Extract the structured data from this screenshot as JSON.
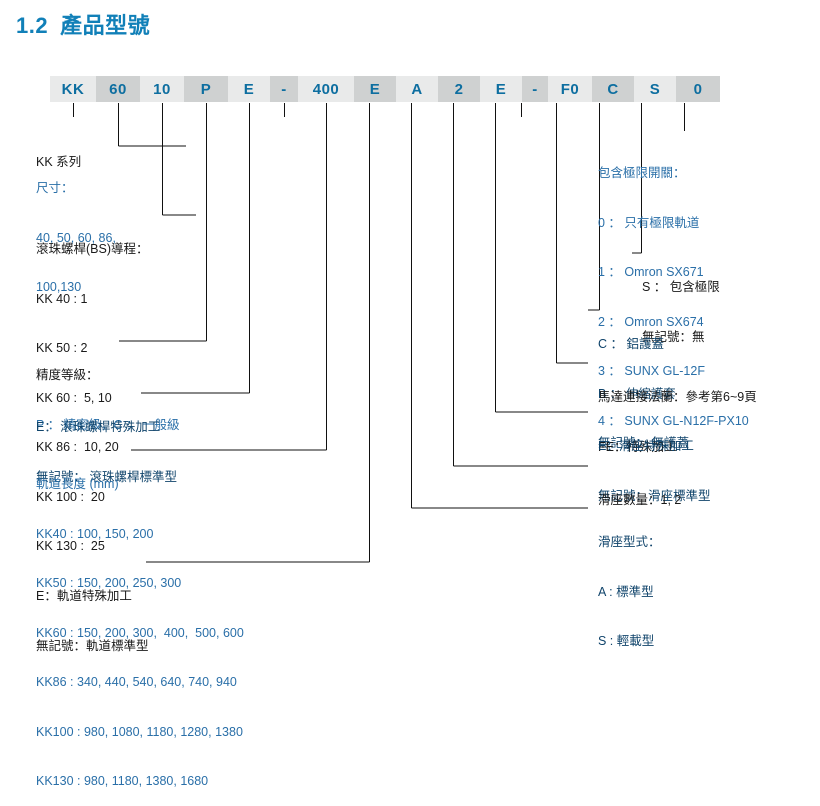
{
  "title": {
    "number": "1.2",
    "text": "產品型號"
  },
  "brand_color": "#1180b8",
  "code_row": {
    "cells": [
      {
        "label": "KK",
        "shade": "light",
        "width": 46
      },
      {
        "label": "60",
        "shade": "dark",
        "width": 44
      },
      {
        "label": "10",
        "shade": "light",
        "width": 44
      },
      {
        "label": "P",
        "shade": "dark",
        "width": 44
      },
      {
        "label": "E",
        "shade": "light",
        "width": 42
      },
      {
        "label": "-",
        "shade": "dark",
        "width": 28
      },
      {
        "label": "400",
        "shade": "light",
        "width": 56
      },
      {
        "label": "E",
        "shade": "dark",
        "width": 42
      },
      {
        "label": "A",
        "shade": "light",
        "width": 42
      },
      {
        "label": "2",
        "shade": "dark",
        "width": 42
      },
      {
        "label": "E",
        "shade": "light",
        "width": 42
      },
      {
        "label": "-",
        "shade": "dark",
        "width": 26
      },
      {
        "label": "F0",
        "shade": "light",
        "width": 44
      },
      {
        "label": "C",
        "shade": "dark",
        "width": 42
      },
      {
        "label": "S",
        "shade": "light",
        "width": 42
      },
      {
        "label": "0",
        "shade": "dark",
        "width": 44
      }
    ]
  },
  "left_blocks": {
    "series": {
      "lines": [
        "KK 系列"
      ]
    },
    "size": {
      "lines": [
        "尺寸：",
        "40, 50, 60, 86,",
        "100,130"
      ]
    },
    "bs_lead": {
      "lines": [
        "滾珠螺桿(BS)導程：",
        "KK 40 : 1",
        "KK 50 : 2",
        "KK 60 :  5, 10",
        "KK 86 :  10, 20",
        "KK 100 :  20",
        "KK 130 :  25"
      ]
    },
    "precision": {
      "lines": [
        "精度等級：",
        "P ： 精密級，C ： 一般級"
      ]
    },
    "bs_machining": {
      "lines": [
        "E： 滾珠螺桿特殊加工",
        "無記號： 滾珠螺桿標準型"
      ]
    },
    "rail_length": {
      "lines": [
        "軌道長度 (mm)",
        "KK40 : 100, 150, 200",
        "KK50 : 150, 200, 250, 300",
        "KK60 : 150, 200, 300,  400,  500, 600",
        "KK86 : 340, 440, 540, 640, 740, 940",
        "KK100 : 980, 1080, 1180, 1280, 1380",
        "KK130 : 980, 1180, 1380, 1680"
      ]
    },
    "rail_machining": {
      "lines": [
        "E：軌道特殊加工",
        "無記號：軌道標準型"
      ]
    }
  },
  "right_blocks": {
    "limit_switch": {
      "lines": [
        "包含極限開關：",
        "0 ： 只有極限軌道",
        "1 ： Omron SX671",
        "2 ： Omron SX674",
        "3 ： SUNX GL-12F",
        "4 ： SUNX GL-N12F-PX10"
      ]
    },
    "limit_include": {
      "lines": [
        "S ： 包含極限",
        "無記號：無"
      ]
    },
    "cover": {
      "lines": [
        "C ： 鋁護蓋",
        "B ： 伸縮護套",
        "無記號： 無護蓋"
      ]
    },
    "motor_flange": {
      "lines": [
        "馬達連接法蘭：參考第6~9頁",
        "FE：特殊加工"
      ]
    },
    "slider_machining": {
      "lines": [
        "E：滑座特殊加工",
        "無記號：滑座標準型"
      ]
    },
    "slider_count": {
      "lines": [
        "滑座數量：1, 2"
      ]
    },
    "slider_type": {
      "lines": [
        "滑座型式：",
        "A : 標準型",
        "S : 輕載型"
      ]
    }
  }
}
